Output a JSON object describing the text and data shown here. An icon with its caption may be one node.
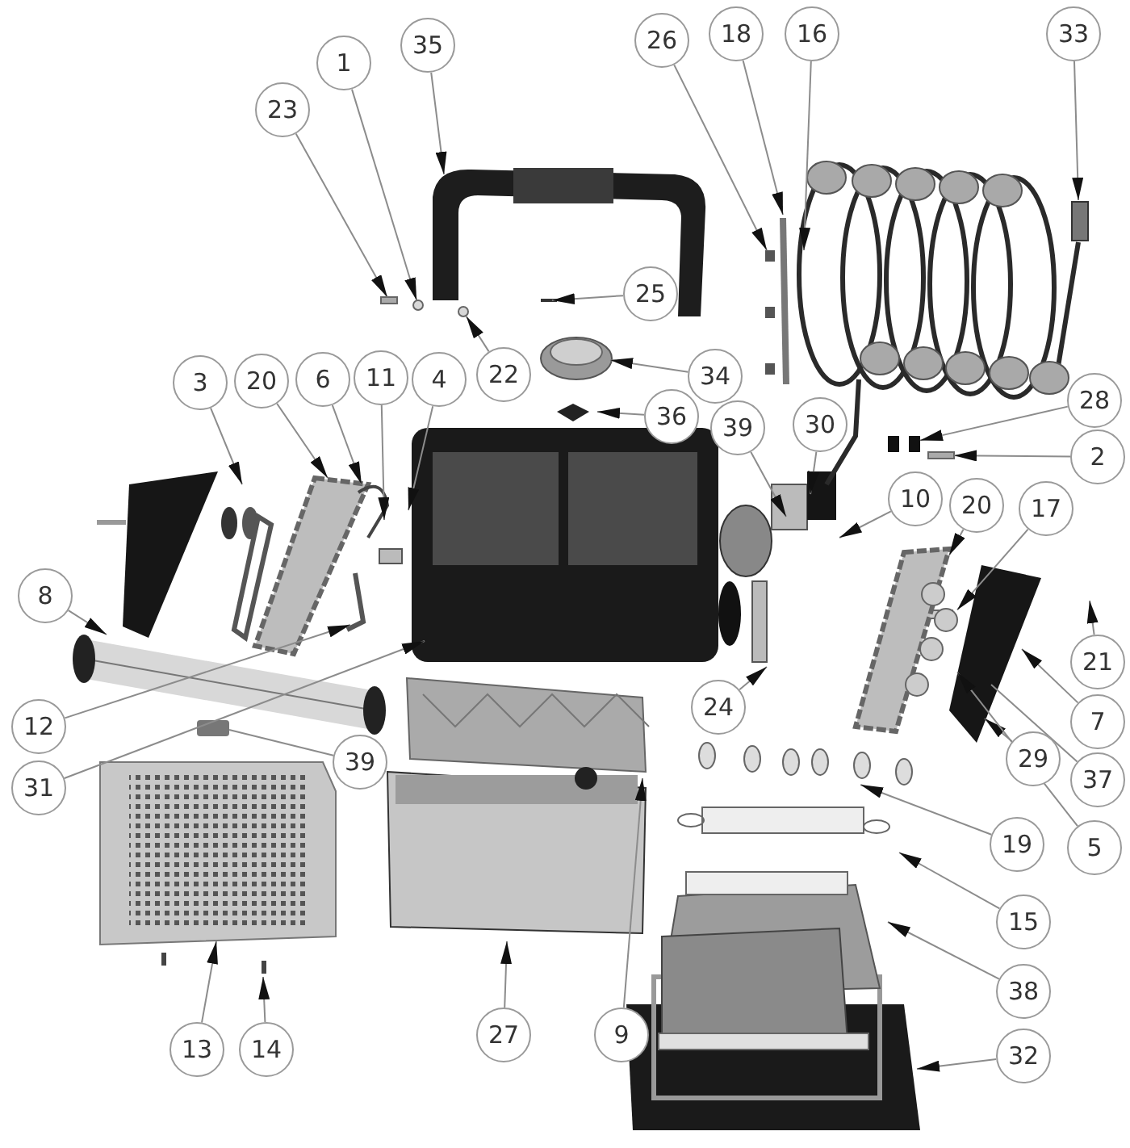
{
  "diagram": {
    "nodes": [
      {
        "text": [
          "35"
        ]
      },
      {
        "text": [
          "26"
        ]
      },
      {
        "text": [
          "18"
        ]
      },
      {
        "text": [
          "16"
        ]
      },
      {
        "text": [
          "33"
        ]
      },
      {
        "text": [
          "1"
        ]
      },
      {
        "text": [
          "23"
        ]
      },
      {
        "text": [
          "25"
        ]
      },
      {
        "text": [
          "3"
        ]
      },
      {
        "text": [
          "20"
        ]
      },
      {
        "text": [
          "6"
        ]
      },
      {
        "text": [
          "11"
        ]
      },
      {
        "text": [
          "4"
        ]
      },
      {
        "text": [
          "22"
        ]
      },
      {
        "text": [
          "34"
        ]
      },
      {
        "text": [
          "28"
        ]
      },
      {
        "text": [
          "36"
        ]
      },
      {
        "text": [
          "30"
        ]
      },
      {
        "text": [
          "39"
        ]
      },
      {
        "text": [
          "2"
        ]
      },
      {
        "text": [
          "10"
        ]
      },
      {
        "text": [
          "20"
        ]
      },
      {
        "text": [
          "17"
        ]
      },
      {
        "text": [
          "8"
        ]
      },
      {
        "text": [
          "21"
        ]
      },
      {
        "text": [
          "24"
        ]
      },
      {
        "text": [
          "7"
        ]
      },
      {
        "text": [
          "12"
        ]
      },
      {
        "text": [
          "29"
        ]
      },
      {
        "text": [
          "39"
        ]
      },
      {
        "text": [
          "37"
        ]
      },
      {
        "text": [
          "31"
        ]
      },
      {
        "text": [
          "19"
        ]
      },
      {
        "text": [
          "5"
        ]
      },
      {
        "text": [
          "15"
        ]
      },
      {
        "text": [
          "38"
        ]
      },
      {
        "text": [
          "9"
        ]
      },
      {
        "text": [
          "27"
        ]
      },
      {
        "text": [
          "13"
        ]
      },
      {
        "text": [
          "14"
        ]
      },
      {
        "text": [
          "32"
        ]
      },
      {
        "text": [],
        "shape": "circle"
      },
      {
        "text": [],
        "shape": "picture"
      },
      {
        "text": [],
        "shape": "box"
      },
      {
        "text": [],
        "shape": "picture"
      },
      {
        "text": [],
        "shape": "box"
      },
      {
        "text": [],
        "shape": "circle"
      },
      {
        "text": [],
        "shape": "picture"
      },
      {
        "text": [],
        "shape": "picture"
      }
    ],
    "edges": [
      {
        "from": 0,
        "to": null,
        "arrow": "to"
      },
      {
        "from": 1,
        "to": null,
        "arrow": "to"
      },
      {
        "from": 2,
        "to": null,
        "arrow": "to"
      },
      {
        "from": 3,
        "to": null,
        "arrow": "to"
      },
      {
        "from": 4,
        "to": null,
        "arrow": "to"
      },
      {
        "from": 5,
        "to": 46,
        "arrow": "to"
      },
      {
        "from": 6,
        "to": 45,
        "arrow": "to"
      },
      {
        "from": 7,
        "to": null,
        "arrow": "to"
      },
      {
        "from": 8,
        "to": null,
        "arrow": "to"
      },
      {
        "from": 9,
        "to": null,
        "arrow": "to"
      },
      {
        "from": 10,
        "to": null,
        "arrow": "to"
      },
      {
        "from": 11,
        "to": null,
        "arrow": "to"
      },
      {
        "from": 12,
        "to": null,
        "arrow": "to"
      },
      {
        "from": 13,
        "to": 41,
        "arrow": "to"
      },
      {
        "from": 14,
        "to": null,
        "arrow": "to"
      },
      {
        "from": 15,
        "to": 42,
        "arrow": "to"
      },
      {
        "from": 16,
        "to": null,
        "arrow": "to"
      },
      {
        "from": 17,
        "to": null,
        "arrow": "to"
      },
      {
        "from": 18,
        "to": null,
        "arrow": "to"
      },
      {
        "from": 19,
        "to": 43,
        "arrow": "to"
      },
      {
        "from": 20,
        "to": null,
        "arrow": "to"
      },
      {
        "from": 21,
        "to": 44,
        "arrow": "to"
      },
      {
        "from": 22,
        "to": 47,
        "arrow": "to"
      },
      {
        "from": 23,
        "to": null,
        "arrow": "to"
      },
      {
        "from": 24,
        "to": null,
        "arrow": "to"
      },
      {
        "from": 25,
        "to": null,
        "arrow": "to"
      },
      {
        "from": 26,
        "to": null,
        "arrow": "to"
      },
      {
        "from": 27,
        "to": null,
        "arrow": "to"
      },
      {
        "from": 28,
        "to": null,
        "arrow": "to"
      },
      {
        "from": 29,
        "to": null,
        "arrow": "none"
      },
      {
        "from": 30,
        "to": null,
        "arrow": "none"
      },
      {
        "from": 31,
        "to": null,
        "arrow": "to"
      },
      {
        "from": 32,
        "to": 48,
        "arrow": "to"
      },
      {
        "from": 33,
        "to": 47,
        "arrow": "to"
      },
      {
        "from": 34,
        "to": null,
        "arrow": "to"
      },
      {
        "from": 35,
        "to": null,
        "arrow": "to"
      },
      {
        "from": 36,
        "to": null,
        "arrow": "to"
      },
      {
        "from": 37,
        "to": null,
        "arrow": "to"
      },
      {
        "from": 38,
        "to": null,
        "arrow": "to"
      },
      {
        "from": 39,
        "to": null,
        "arrow": "to"
      },
      {
        "from": 40,
        "to": null,
        "arrow": "to"
      }
    ]
  }
}
